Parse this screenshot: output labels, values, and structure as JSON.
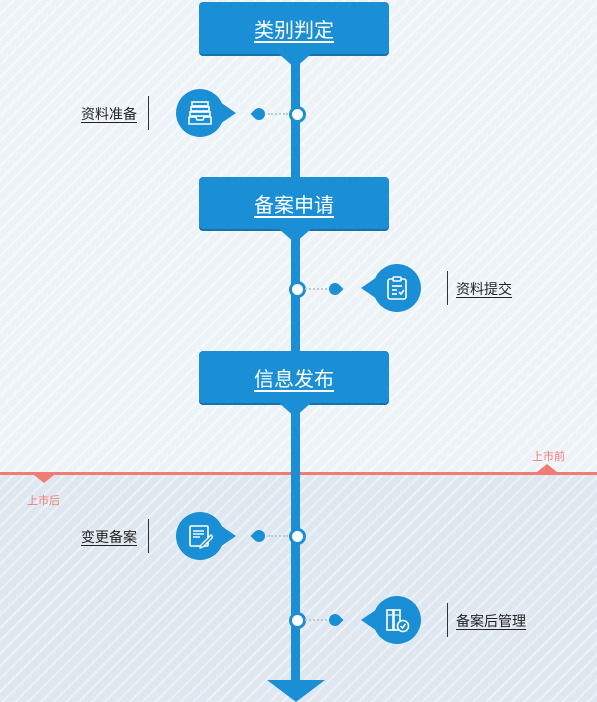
{
  "stages": [
    {
      "label": "类别判定"
    },
    {
      "label": "备案申请"
    },
    {
      "label": "信息发布"
    }
  ],
  "steps": [
    {
      "label": "资料准备",
      "icon": "document-tray-icon"
    },
    {
      "label": "资料提交",
      "icon": "clipboard-checklist-icon"
    },
    {
      "label": "变更备案",
      "icon": "edit-document-icon"
    },
    {
      "label": "备案后管理",
      "icon": "binders-check-icon"
    }
  ],
  "divider": {
    "before_label": "上市前",
    "after_label": "上市后",
    "color": "#f07c78"
  },
  "colors": {
    "primary": "#1b8fd6",
    "background_top": "#eef3f8",
    "background_bottom": "#dfe7f0"
  }
}
